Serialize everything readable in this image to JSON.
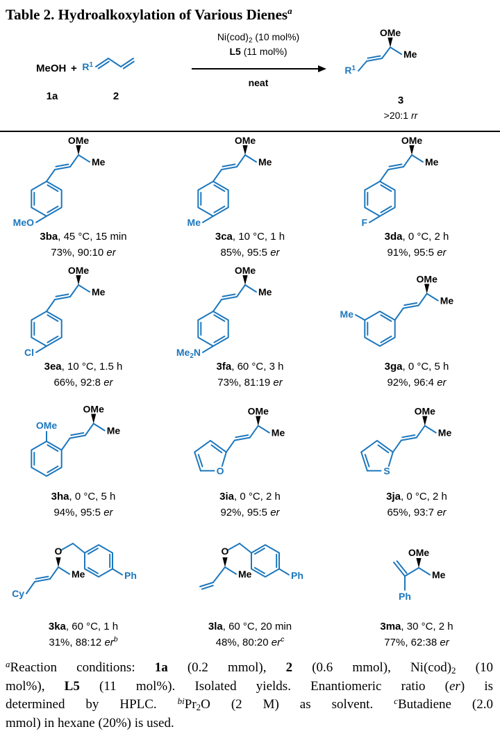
{
  "title": {
    "text": "Table 2. Hydroalkoxylation of Various Dienes",
    "sup": "a"
  },
  "scheme": {
    "methanol": "MeOH",
    "plus": "+",
    "r_base": "R",
    "r_sup": "1",
    "label_1a": "1a",
    "label_2": "2",
    "catalyst_pre": "Ni(cod)",
    "catalyst_sub": "2",
    "catalyst_post": " (10 mol%)",
    "ligand_bold": "L5",
    "ligand_rest": " (11 mol%)",
    "solvent": "neat",
    "label_3": "3",
    "rr_pre": ">20:1 ",
    "rr_it": "rr",
    "ome": "OMe",
    "me": "Me"
  },
  "compounds": [
    {
      "id": "3ba",
      "conditions": ", 45 °C, 15 min",
      "result": "73%, 90:10 ",
      "er": "er",
      "er_sup": "",
      "sub": "MeO",
      "ome": "OMe",
      "me": "Me"
    },
    {
      "id": "3ca",
      "conditions": ", 10 °C, 1 h",
      "result": "85%, 95:5 ",
      "er": "er",
      "er_sup": "",
      "sub": "Me",
      "ome": "OMe",
      "me": "Me"
    },
    {
      "id": "3da",
      "conditions": ", 0 °C, 2 h",
      "result": "91%, 95:5 ",
      "er": "er",
      "er_sup": "",
      "sub": "F",
      "ome": "OMe",
      "me": "Me"
    },
    {
      "id": "3ea",
      "conditions": ", 10 °C, 1.5 h",
      "result": "66%, 92:8 ",
      "er": "er",
      "er_sup": "",
      "sub": "Cl",
      "ome": "OMe",
      "me": "Me"
    },
    {
      "id": "3fa",
      "conditions": ", 60 °C, 3 h",
      "result": "73%, 81:19 ",
      "er": "er",
      "er_sup": "",
      "sub_a": "Me",
      "sub_b": "2",
      "sub_c": "N",
      "ome": "OMe",
      "me": "Me"
    },
    {
      "id": "3ga",
      "conditions": ", 0 °C, 5 h",
      "result": "92%, 96:4 ",
      "er": "er",
      "er_sup": "",
      "sub": "Me",
      "ome": "OMe",
      "me": "Me"
    },
    {
      "id": "3ha",
      "conditions": ", 0 °C, 5 h",
      "result": "94%, 95:5 ",
      "er": "er",
      "er_sup": "",
      "sub": "OMe",
      "ome": "OMe",
      "me": "Me"
    },
    {
      "id": "3ia",
      "conditions": ", 0 °C, 2 h",
      "result": "92%, 95:5 ",
      "er": "er",
      "er_sup": "",
      "het": "O",
      "ome": "OMe",
      "me": "Me"
    },
    {
      "id": "3ja",
      "conditions": ", 0 °C, 2 h",
      "result": "65%, 93:7 ",
      "er": "er",
      "er_sup": "",
      "het": "S",
      "ome": "OMe",
      "me": "Me"
    },
    {
      "id": "3ka",
      "conditions": ", 60 °C, 1 h",
      "result": "31%, 88:12 ",
      "er": "er",
      "er_sup": "b",
      "cy": "Cy",
      "o": "O",
      "me": "Me",
      "ph": "Ph"
    },
    {
      "id": "3la",
      "conditions": ", 60 °C, 20 min",
      "result": "48%, 80:20 ",
      "er": "er",
      "er_sup": "c",
      "o": "O",
      "me": "Me",
      "ph": "Ph"
    },
    {
      "id": "3ma",
      "conditions": ", 30 °C, 2 h",
      "result": "77%, 62:38 ",
      "er": "er",
      "er_sup": "",
      "ph": "Ph",
      "ome": "OMe",
      "me": "Me"
    }
  ],
  "footnote": {
    "lines": [
      {
        "segments": [
          {
            "t": "a"
          },
          {
            "t": "Reaction conditions: "
          },
          {
            "t": "1a"
          },
          {
            "t": " (0.2 mmol), "
          },
          {
            "t": "2"
          },
          {
            "t": " (0.6 mmol), Ni(cod)"
          },
          {
            "t": "2"
          },
          {
            "t": " (10"
          }
        ]
      },
      {
        "segments": [
          {
            "t": "mol%), "
          },
          {
            "t": "L5"
          },
          {
            "t": " (11 mol%). Isolated yields. Enantiomeric ratio ("
          },
          {
            "t": "er"
          },
          {
            "t": ") is"
          }
        ]
      },
      {
        "segments": [
          {
            "t": "determined by HPLC. "
          },
          {
            "t": "b"
          },
          {
            "t": "i"
          },
          {
            "t": "Pr"
          },
          {
            "t": "2"
          },
          {
            "t": "O (2 M) as solvent. "
          },
          {
            "t": "c"
          },
          {
            "t": "Butadiene (2.0"
          }
        ]
      },
      {
        "segments": [
          {
            "t": "mmol) in hexane (20%) is used."
          }
        ]
      }
    ]
  }
}
